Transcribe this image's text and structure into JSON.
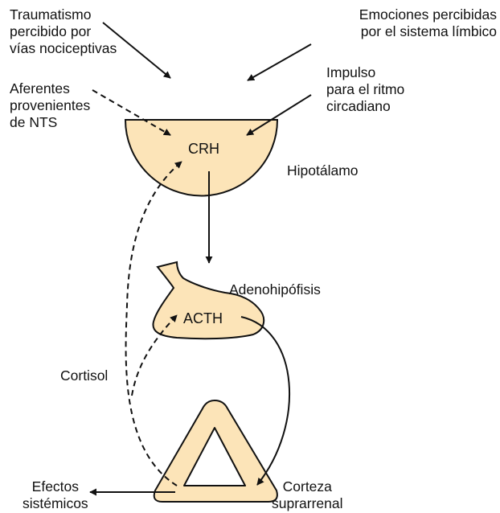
{
  "colors": {
    "organ_fill": "#fce4b8",
    "stroke": "#111111",
    "background": "#ffffff"
  },
  "labels": {
    "trauma": [
      "Traumatismo",
      "percibido por",
      "vías nociceptivas"
    ],
    "emotions": [
      "Emociones percibidas",
      "por el sistema límbico"
    ],
    "afferents": [
      "Aferentes",
      "provenientes",
      "de NTS"
    ],
    "circadian": [
      "Impulso",
      "para el ritmo",
      "circadiano"
    ],
    "hypothalamus": "Hipotálamo",
    "crh": "CRH",
    "pituitary": "Adenohipófisis",
    "acth": "ACTH",
    "cortisol": "Cortisol",
    "effects": [
      "Efectos",
      "sistémicos"
    ],
    "adrenal": [
      "Corteza",
      "suprarrenal"
    ]
  }
}
